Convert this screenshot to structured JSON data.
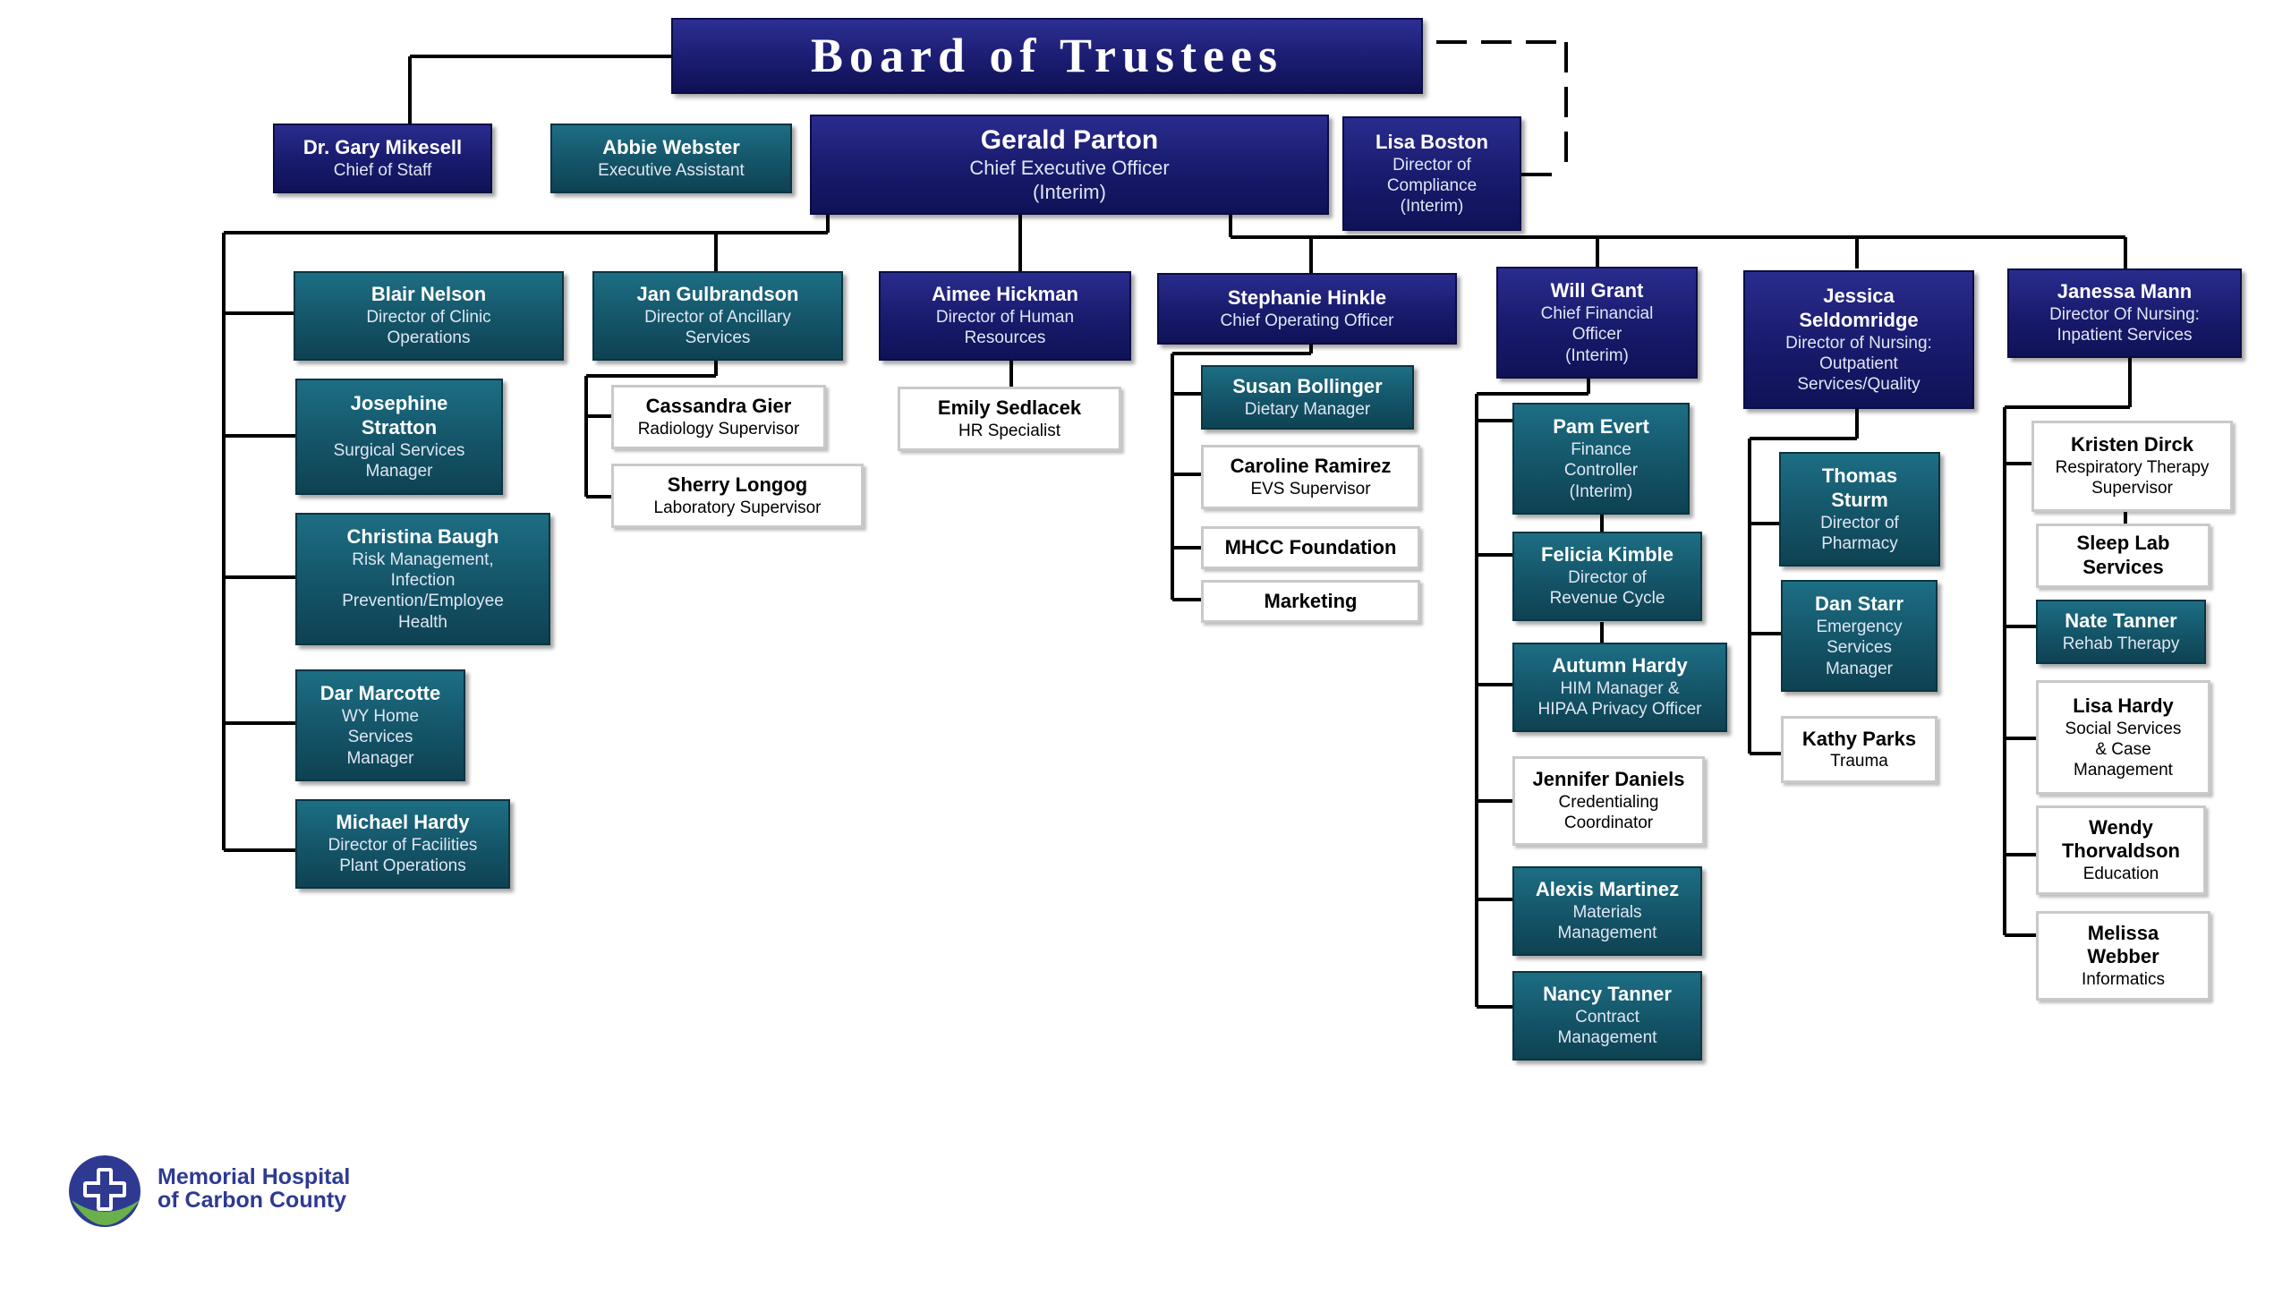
{
  "org": {
    "board": {
      "name": "Board of Trustees"
    },
    "ceo": {
      "name": "Gerald Parton",
      "title": "Chief Executive Officer\n(Interim)"
    },
    "top_row": [
      {
        "name": "Dr. Gary Mikesell",
        "title": "Chief of Staff"
      },
      {
        "name": "Abbie Webster",
        "title": "Executive Assistant"
      },
      {
        "name": "Lisa Boston",
        "title": "Director of\nCompliance\n(Interim)"
      }
    ],
    "left_column": [
      {
        "name": "Blair Nelson",
        "title": "Director of Clinic\nOperations"
      },
      {
        "name": "Josephine\nStratton",
        "title": "Surgical Services\nManager"
      },
      {
        "name": "Christina Baugh",
        "title": "Risk Management,\nInfection\nPrevention/Employee\nHealth"
      },
      {
        "name": "Dar Marcotte",
        "title": "WY Home\nServices\nManager"
      },
      {
        "name": "Michael Hardy",
        "title": "Director of Facilities\nPlant Operations"
      }
    ],
    "ancillary": {
      "head": {
        "name": "Jan Gulbrandson",
        "title": "Director of Ancillary\nServices"
      },
      "reports": [
        {
          "name": "Cassandra Gier",
          "title": "Radiology Supervisor"
        },
        {
          "name": "Sherry Longog",
          "title": "Laboratory Supervisor"
        }
      ]
    },
    "hr": {
      "head": {
        "name": "Aimee Hickman",
        "title": "Director of Human\nResources"
      },
      "reports": [
        {
          "name": "Emily Sedlacek",
          "title": "HR Specialist"
        }
      ]
    },
    "coo": {
      "head": {
        "name": "Stephanie Hinkle",
        "title": "Chief Operating Officer"
      },
      "reports": [
        {
          "name": "Susan Bollinger",
          "title": "Dietary Manager"
        },
        {
          "name": "Caroline Ramirez",
          "title": "EVS Supervisor"
        },
        {
          "name": "MHCC Foundation",
          "title": ""
        },
        {
          "name": "Marketing",
          "title": ""
        }
      ]
    },
    "cfo": {
      "head": {
        "name": "Will Grant",
        "title": "Chief Financial\nOfficer\n(Interim)"
      },
      "reports": [
        {
          "name": "Pam Evert",
          "title": "Finance\nController\n(Interim)"
        },
        {
          "name": "Felicia Kimble",
          "title": "Director of\nRevenue Cycle"
        },
        {
          "name": "Autumn Hardy",
          "title": "HIM Manager &\nHIPAA Privacy Officer"
        },
        {
          "name": "Jennifer Daniels",
          "title": "Credentialing\nCoordinator"
        },
        {
          "name": "Alexis Martinez",
          "title": "Materials\nManagement"
        },
        {
          "name": "Nancy Tanner",
          "title": "Contract\nManagement"
        }
      ]
    },
    "outpatient": {
      "head": {
        "name": "Jessica\nSeldomridge",
        "title": "Director of Nursing:\nOutpatient\nServices/Quality"
      },
      "reports": [
        {
          "name": "Thomas\nSturm",
          "title": "Director of\nPharmacy"
        },
        {
          "name": "Dan Starr",
          "title": "Emergency\nServices\nManager"
        },
        {
          "name": "Kathy Parks",
          "title": "Trauma"
        }
      ]
    },
    "inpatient": {
      "head": {
        "name": "Janessa Mann",
        "title": "Director Of Nursing:\nInpatient Services"
      },
      "reports": [
        {
          "name": "Kristen Dirck",
          "title": "Respiratory Therapy\nSupervisor"
        },
        {
          "name": "Sleep Lab\nServices",
          "title": ""
        },
        {
          "name": "Nate Tanner",
          "title": "Rehab Therapy"
        },
        {
          "name": "Lisa Hardy",
          "title": "Social Services\n& Case\nManagement"
        },
        {
          "name": "Wendy\nThorvaldson",
          "title": "Education"
        },
        {
          "name": "Melissa\nWebber",
          "title": "Informatics"
        }
      ]
    }
  },
  "logo": {
    "line1": "Memorial Hospital",
    "line2": "of Carbon County"
  },
  "colors": {
    "navy": "#1a1c70",
    "teal": "#145468",
    "white_box": "#ffffff",
    "connector": "#000000",
    "logo_blue": "#2e3a92",
    "logo_green": "#6ab04c"
  }
}
